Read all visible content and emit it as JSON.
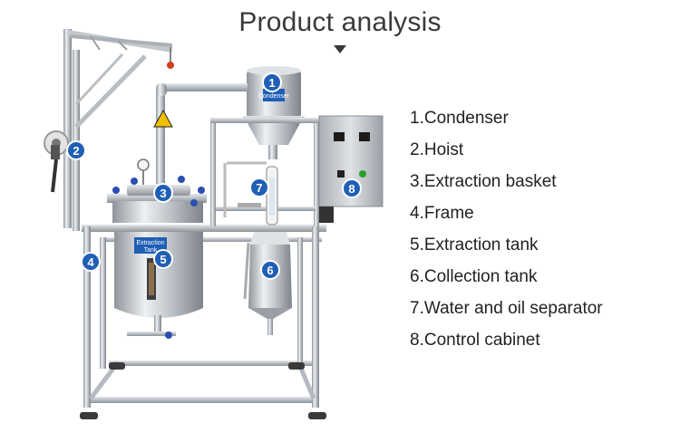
{
  "title": "Product analysis",
  "colors": {
    "badge": "#1f5fb5",
    "steel": "#c9ced3",
    "text": "#222222"
  },
  "labels": {
    "condenser_plate": "Condenser",
    "tank_plate_line1": "Extraction",
    "tank_plate_line2": "Tank"
  },
  "badges": [
    "1",
    "2",
    "3",
    "4",
    "5",
    "6",
    "7",
    "8"
  ],
  "legend": [
    "1.Condenser",
    "2.Hoist",
    "3.Extraction basket",
    "4.Frame",
    "5.Extraction tank",
    "6.Collection tank",
    "7.Water and oil separator",
    "8.Control cabinet"
  ]
}
